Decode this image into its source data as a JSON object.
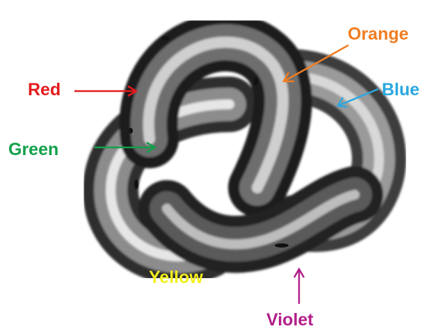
{
  "labels": {
    "red": {
      "text": "Red",
      "color": "#e41a1c"
    },
    "green": {
      "text": "Green",
      "color": "#11a04a"
    },
    "orange": {
      "text": "Orange",
      "color": "#f07d22"
    },
    "blue": {
      "text": "Blue",
      "color": "#2aa8e0"
    },
    "yellow": {
      "text": "Yellow",
      "color": "#f2ef1c"
    },
    "violet": {
      "text": "Violet",
      "color": "#b21f8a"
    }
  },
  "knot_style": {
    "shading": "grayscale"
  }
}
